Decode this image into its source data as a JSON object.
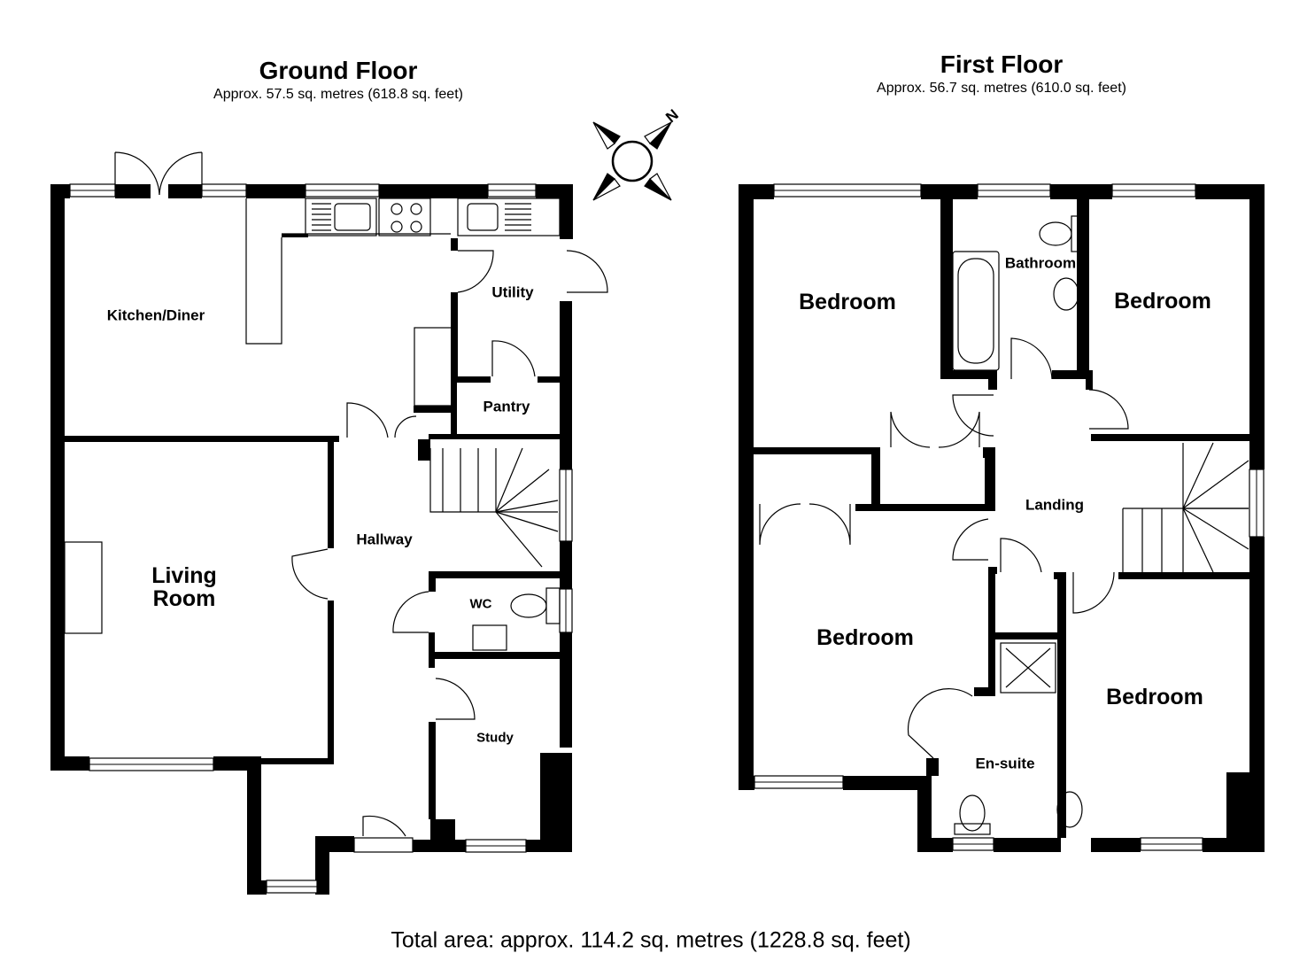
{
  "ground_floor": {
    "title": "Ground Floor",
    "area": "Approx. 57.5 sq. metres (618.8 sq. feet)",
    "rooms": {
      "kitchen_diner": "Kitchen/Diner",
      "utility": "Utility",
      "pantry": "Pantry",
      "living_room": "Living\nRoom",
      "hallway": "Hallway",
      "wc": "WC",
      "study": "Study"
    }
  },
  "first_floor": {
    "title": "First Floor",
    "area": "Approx. 56.7 sq. metres (610.0 sq. feet)",
    "rooms": {
      "bedroom_1": "Bedroom",
      "bathroom": "Bathroom",
      "bedroom_2": "Bedroom",
      "landing": "Landing",
      "bedroom_3": "Bedroom",
      "bedroom_4": "Bedroom",
      "en_suite": "En-suite"
    }
  },
  "compass": {
    "label": "N",
    "icon": "compass-icon"
  },
  "total_area": "Total area: approx. 114.2 sq. metres (1228.8 sq. feet)"
}
